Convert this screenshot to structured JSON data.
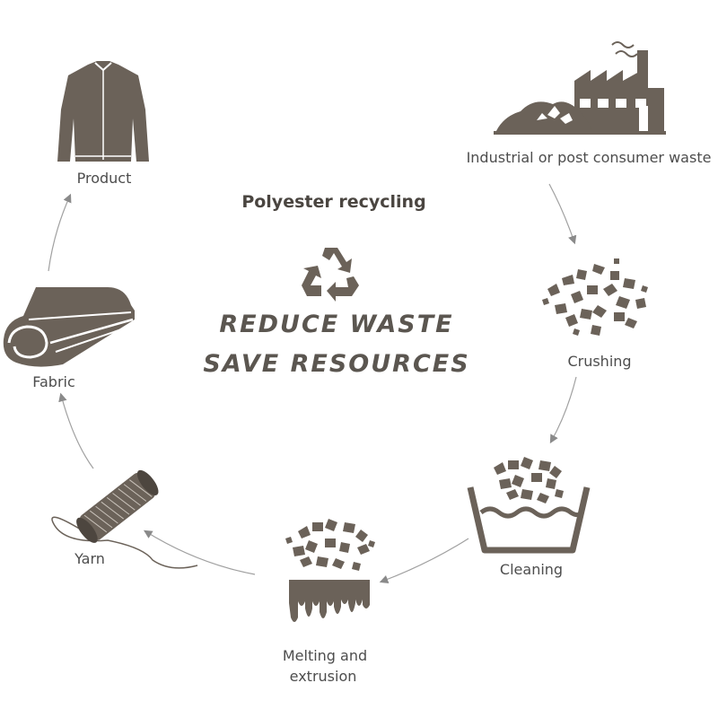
{
  "title": "Polyester recycling",
  "slogan": {
    "line1": "REDUCE WASTE",
    "line2": "SAVE RESOURCES"
  },
  "steps": [
    {
      "key": "waste",
      "label": "Industrial or post consumer waste",
      "icon": "factory-waste-icon"
    },
    {
      "key": "crushing",
      "label": "Crushing",
      "icon": "plastic-flakes-icon"
    },
    {
      "key": "cleaning",
      "label": "Cleaning",
      "icon": "wash-basin-icon"
    },
    {
      "key": "melting",
      "label_line1": "Melting and",
      "label_line2": "extrusion",
      "icon": "melting-flakes-icon"
    },
    {
      "key": "yarn",
      "label": "Yarn",
      "icon": "yarn-spool-icon"
    },
    {
      "key": "fabric",
      "label": "Fabric",
      "icon": "fabric-roll-icon"
    },
    {
      "key": "product",
      "label": "Product",
      "icon": "jacket-icon"
    }
  ],
  "center_icon": "recycle-icon",
  "colors": {
    "icon": "#6b6259",
    "text": "#4d4d4d",
    "arrow": "#9a9a9a"
  }
}
